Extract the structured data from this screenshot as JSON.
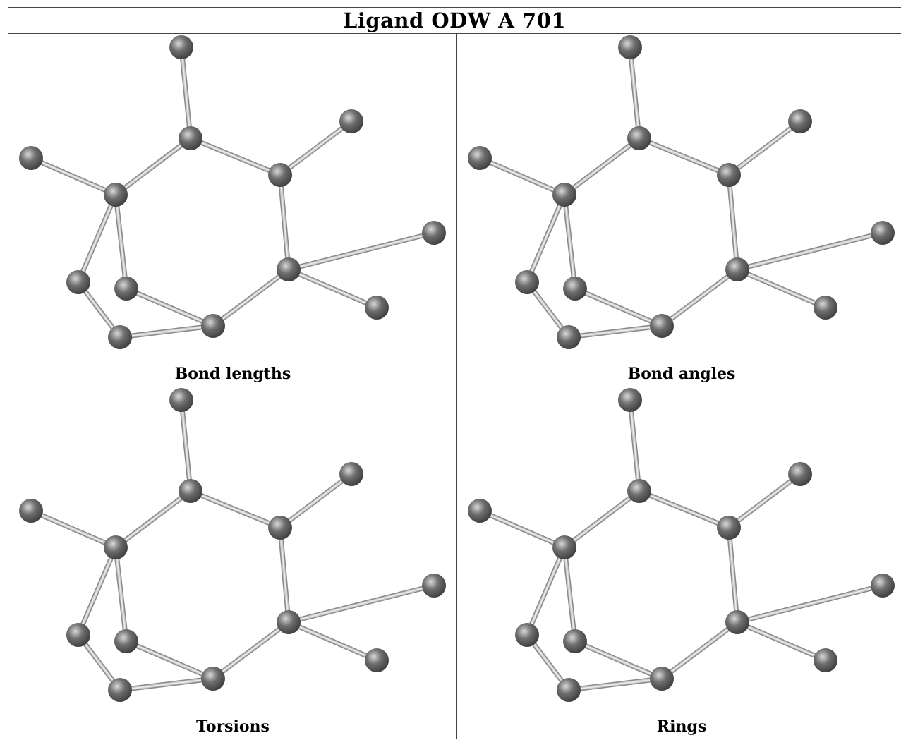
{
  "title": "Ligand ODW A 701",
  "panels": [
    {
      "id": "bond-lengths",
      "caption": "Bond lengths"
    },
    {
      "id": "bond-angles",
      "caption": "Bond angles"
    },
    {
      "id": "torsions",
      "caption": "Torsions"
    },
    {
      "id": "rings",
      "caption": "Rings"
    }
  ],
  "colors": {
    "atom": "#6e6e6e",
    "bond": "#c8c8c8",
    "frame": "#444444"
  }
}
